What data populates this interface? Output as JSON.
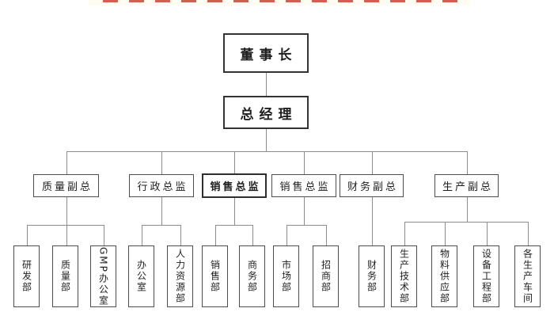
{
  "page": {
    "background": "#ffffff",
    "decor": {
      "cropped_title_dash_color": "#c94434",
      "cropped_title_band_color": "#fffdf2",
      "line_color": "#8c8c8c",
      "box_border_color": "#4d4d4d"
    }
  },
  "org": {
    "chairman": {
      "label": "董事长"
    },
    "general_manager": {
      "label": "总经理"
    },
    "managers": [
      {
        "label": "质量副总",
        "bold": false,
        "children": [
          {
            "label": "研发部"
          },
          {
            "label": "质量部"
          },
          {
            "label": "GMP办公室"
          }
        ]
      },
      {
        "label": "行政总监",
        "bold": false,
        "children": [
          {
            "label": "办公室"
          },
          {
            "label": "人力资源部"
          }
        ]
      },
      {
        "label": "销售总监",
        "bold": true,
        "children": [
          {
            "label": "销售部"
          },
          {
            "label": "商务部"
          }
        ]
      },
      {
        "label": "销售总监",
        "bold": false,
        "children": [
          {
            "label": "市场部"
          },
          {
            "label": "招商部"
          }
        ]
      },
      {
        "label": "财务副总",
        "bold": false,
        "children": [
          {
            "label": "财务部"
          }
        ]
      },
      {
        "label": "生产副总",
        "bold": false,
        "children": [
          {
            "label": "生产技术部"
          },
          {
            "label": "物料供应部"
          },
          {
            "label": "设备工程部"
          },
          {
            "label": "各生产车间"
          }
        ]
      }
    ]
  }
}
